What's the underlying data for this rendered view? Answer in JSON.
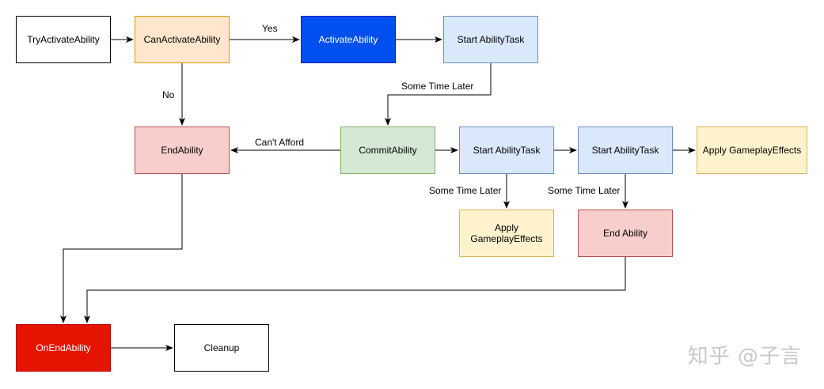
{
  "nodes": {
    "try_activate": {
      "label": "TryActivateAbility",
      "fill": "#ffffff",
      "stroke": "#000000",
      "text": "#000000"
    },
    "can_activate": {
      "label": "CanActivateAbility",
      "fill": "#ffe6cc",
      "stroke": "#d79b00",
      "text": "#000000"
    },
    "activate": {
      "label": "ActivateAbility",
      "fill": "#0050ef",
      "stroke": "#001dbc",
      "text": "#ffffff"
    },
    "start_task_1": {
      "label": "Start AbilityTask",
      "fill": "#dae8fc",
      "stroke": "#6c8ebf",
      "text": "#000000"
    },
    "end_ability_1": {
      "label": "EndAbility",
      "fill": "#f8cecc",
      "stroke": "#b85450",
      "text": "#000000"
    },
    "commit": {
      "label": "CommitAbility",
      "fill": "#d5e8d4",
      "stroke": "#82b366",
      "text": "#000000"
    },
    "start_task_2": {
      "label": "Start AbilityTask",
      "fill": "#dae8fc",
      "stroke": "#6c8ebf",
      "text": "#000000"
    },
    "start_task_3": {
      "label": "Start AbilityTask",
      "fill": "#dae8fc",
      "stroke": "#6c8ebf",
      "text": "#000000"
    },
    "apply_effects_1": {
      "label": "Apply GameplayEffects",
      "fill": "#fff2cc",
      "stroke": "#d6b656",
      "text": "#000000"
    },
    "apply_effects_2": {
      "label_line1": "Apply",
      "label_line2": "GameplayEffects",
      "fill": "#fff2cc",
      "stroke": "#d6b656",
      "text": "#000000"
    },
    "end_ability_2": {
      "label": "End Ability",
      "fill": "#f8cecc",
      "stroke": "#b85450",
      "text": "#000000"
    },
    "on_end_ability": {
      "label": "OnEndAbility",
      "fill": "#e51400",
      "stroke": "#b20000",
      "text": "#ffffff"
    },
    "cleanup": {
      "label": "Cleanup",
      "fill": "#ffffff",
      "stroke": "#000000",
      "text": "#000000"
    }
  },
  "edge_labels": {
    "yes": "Yes",
    "no": "No",
    "some_time_later_1": "Some Time Later",
    "cant_afford": "Can't Afford",
    "some_time_later_2": "Some Time Later",
    "some_time_later_3": "Some Time Later"
  },
  "watermark": "知乎 @子言"
}
